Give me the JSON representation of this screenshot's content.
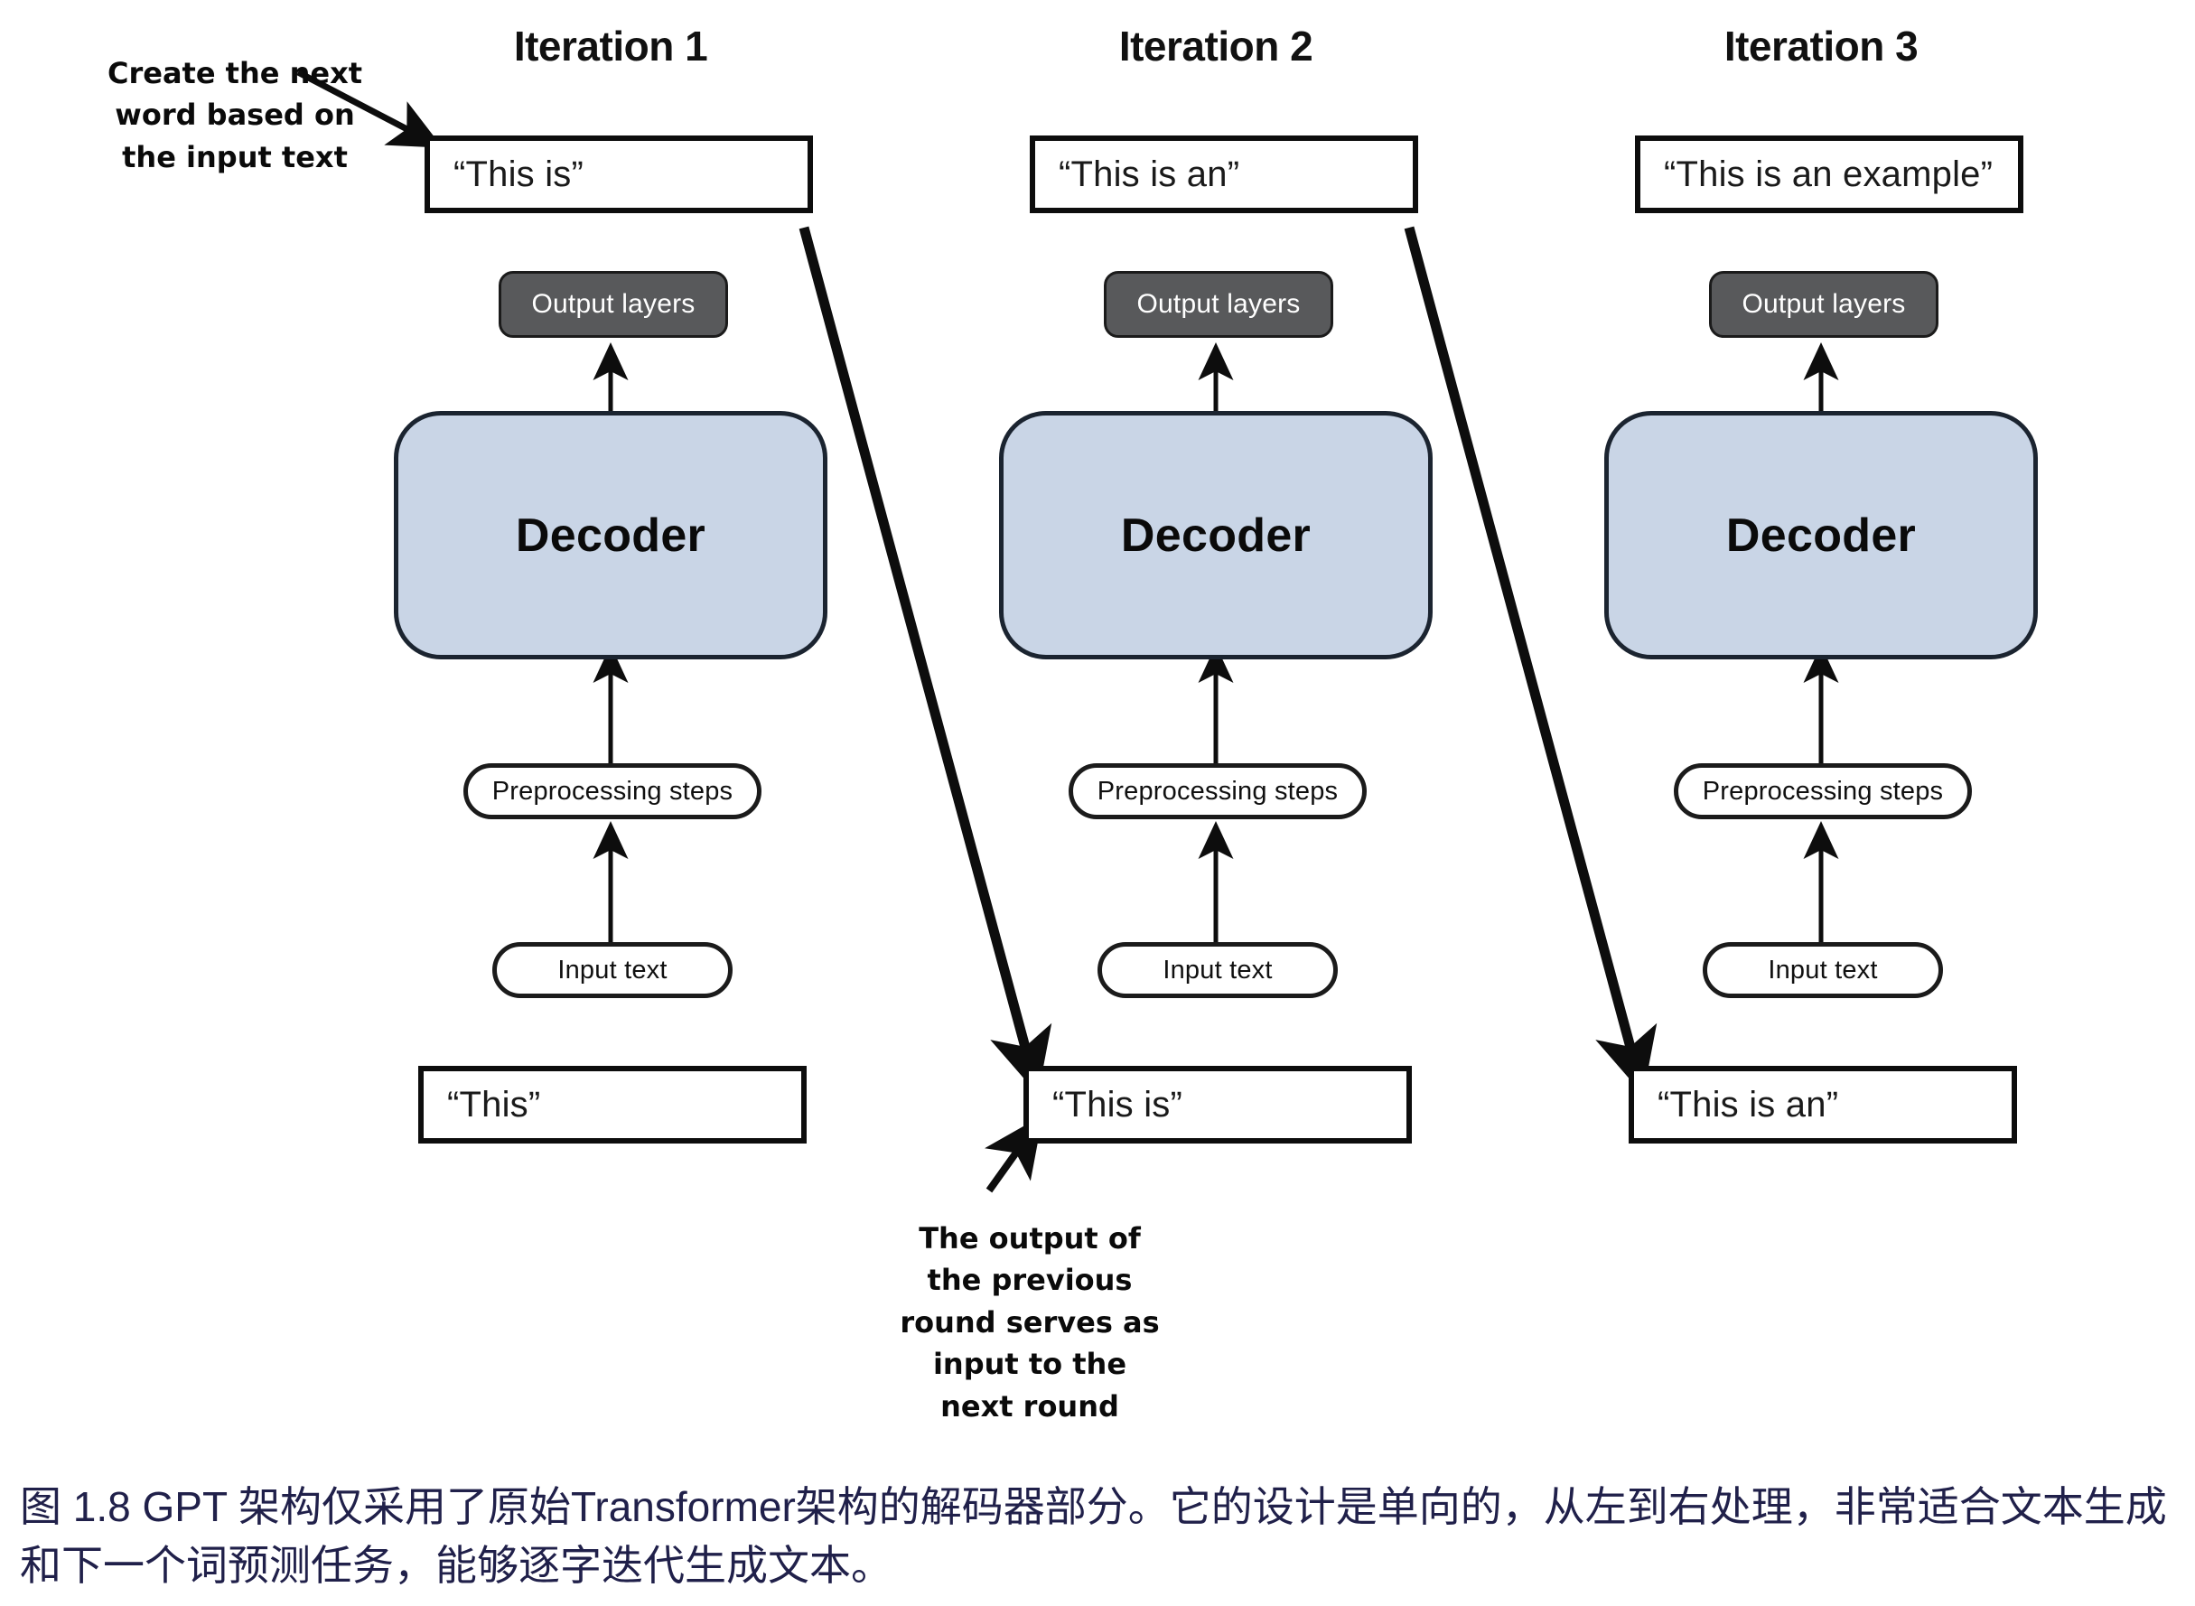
{
  "figure": {
    "caption": "图 1.8  GPT 架构仅采用了原始Transformer架构的解码器部分。它的设计是单向的，从左到右处理，非常适合文本生成和下一个词预测任务，能够逐字迭代生成文本。",
    "caption_color": "#20204a"
  },
  "colors": {
    "decoder_fill": "#c9d5e6",
    "output_layers_fill": "#58595b",
    "stroke": "#0d0d0d",
    "box_fill": "#ffffff"
  },
  "annotations": {
    "top_note": "Create the next word based on the input text",
    "bottom_note": "The output of the previous round serves as input to the next round"
  },
  "columns": [
    {
      "title": "Iteration 1",
      "output_text": "“This is”",
      "output_layers_label": "Output layers",
      "decoder_label": "Decoder",
      "preprocessing_label": "Preprocessing steps",
      "input_label": "Input text",
      "input_text": "“This”"
    },
    {
      "title": "Iteration 2",
      "output_text": "“This is an”",
      "output_layers_label": "Output layers",
      "decoder_label": "Decoder",
      "preprocessing_label": "Preprocessing steps",
      "input_label": "Input text",
      "input_text": "“This is”"
    },
    {
      "title": "Iteration 3",
      "output_text": "“This is an example”",
      "output_layers_label": "Output layers",
      "decoder_label": "Decoder",
      "preprocessing_label": "Preprocessing steps",
      "input_label": "Input text",
      "input_text": "“This is an”"
    }
  ]
}
